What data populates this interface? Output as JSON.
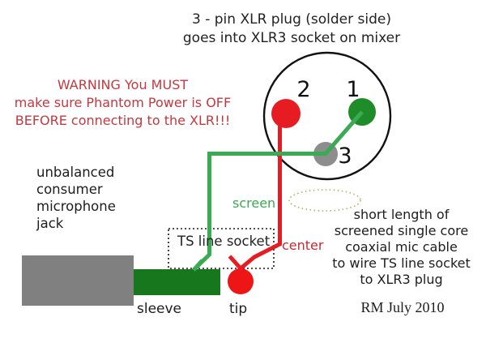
{
  "title": {
    "lines": [
      "3 - pin XLR plug (solder side)",
      "goes into XLR3 socket on mixer"
    ]
  },
  "warning": {
    "lines": [
      "WARNING You MUST",
      "make sure Phantom Power is OFF",
      "BEFORE connecting to the XLR!!!"
    ]
  },
  "left_note": {
    "lines": [
      "unbalanced",
      "consumer",
      "microphone",
      "jack"
    ]
  },
  "right_note": {
    "lines": [
      "short length of",
      "screened single core",
      "coaxial mic cable",
      "to wire TS line socket",
      "to XLR3 plug"
    ]
  },
  "signature": "RM July 2010",
  "xlr": {
    "pin_numbers": [
      "1",
      "2",
      "3"
    ]
  },
  "labels": {
    "screen": "screen",
    "center": "center",
    "sleeve": "sleeve",
    "tip": "tip",
    "ts_socket": "TS line socket"
  },
  "colors": {
    "warning_red": "#c5383f",
    "wire_red": "#e71c22",
    "wire_green": "#3aaa53",
    "pin1_green": "#1e8c28",
    "pin2_red": "#e71c22",
    "pin3_gray": "#8d8d8d",
    "tip_red": "#ed1515",
    "sleeve_green": "#17771d",
    "jack_gray": "#808080",
    "ellipse_olive": "#b5b469",
    "label_green": "#3aaa53",
    "label_red": "#c9292f"
  }
}
